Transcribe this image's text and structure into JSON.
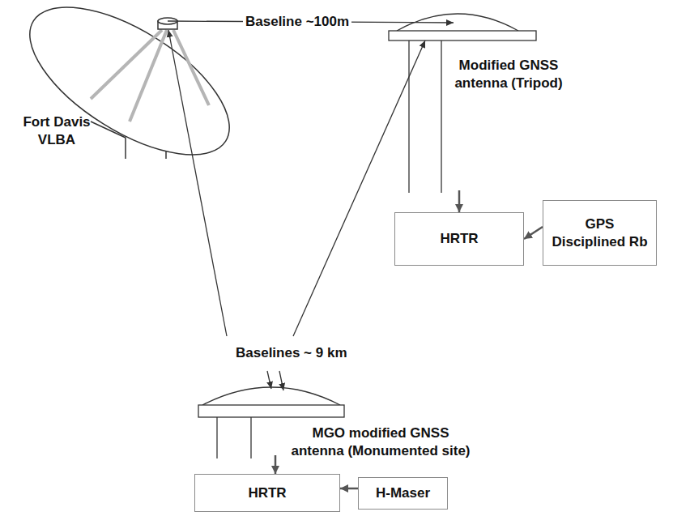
{
  "diagram": {
    "nodes": [
      {
        "text": [
          "Fort Davis VLBA"
        ]
      },
      {
        "text": [
          "Modified GNSS antenna (Tripod)"
        ]
      },
      {
        "text": [
          "HRTR"
        ]
      },
      {
        "text": [
          "GPS Disciplined Rb"
        ]
      },
      {
        "text": [
          "MGO modified GNSS antenna (Monumented site)"
        ]
      },
      {
        "text": [
          "HRTR"
        ]
      },
      {
        "text": [
          "H-Maser"
        ]
      }
    ],
    "edges": [
      {
        "from": 0,
        "to": 1,
        "arrow": "to",
        "label": "Baseline ~100m"
      },
      {
        "from": 1,
        "to": 2,
        "arrow": "to"
      },
      {
        "from": 3,
        "to": 2,
        "arrow": "to"
      },
      {
        "from": 4,
        "to": 0,
        "arrow": "both"
      },
      {
        "from": 4,
        "to": 1,
        "arrow": "both"
      },
      {
        "from": 4,
        "to": 5,
        "arrow": "to"
      },
      {
        "from": 6,
        "to": 5,
        "arrow": "to"
      }
    ],
    "labels": [
      "Baselines ~ 9 km"
    ]
  }
}
